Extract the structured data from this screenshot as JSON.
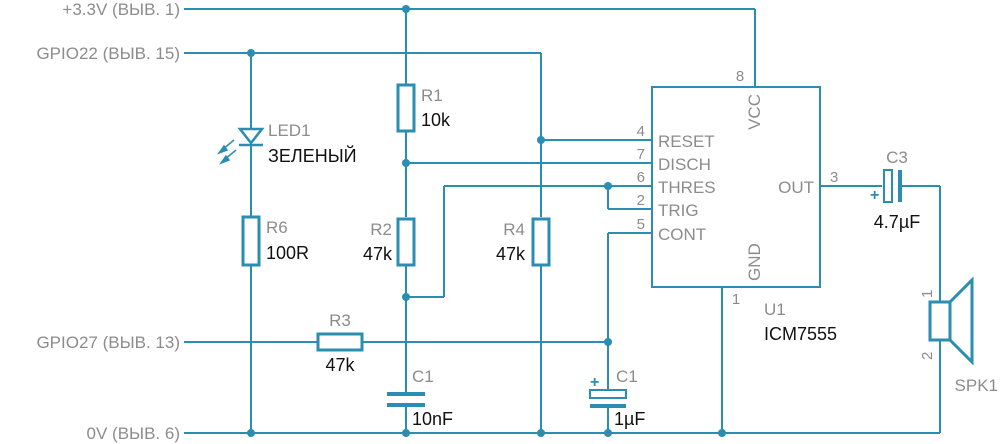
{
  "nets": {
    "vcc": "+3.3V (ВЫВ. 1)",
    "gpio22": "GPIO22 (ВЫВ. 15)",
    "gpio27": "GPIO27 (ВЫВ. 13)",
    "gnd": "0V (ВЫВ. 6)"
  },
  "components": {
    "r1": {
      "ref": "R1",
      "value": "10k"
    },
    "r2": {
      "ref": "R2",
      "value": "47k"
    },
    "r3": {
      "ref": "R3",
      "value": "47k"
    },
    "r4": {
      "ref": "R4",
      "value": "47k"
    },
    "r6": {
      "ref": "R6",
      "value": "100R"
    },
    "led1": {
      "ref": "LED1",
      "value": "ЗЕЛЕНЫЙ"
    },
    "c1_timing": {
      "ref": "C1",
      "value": "10nF"
    },
    "c1_cont": {
      "ref": "C1",
      "value": "1µF",
      "polarity": "+"
    },
    "c3": {
      "ref": "C3",
      "value": "4.7µF",
      "polarity": "+"
    },
    "u1": {
      "ref": "U1",
      "value": "ICM7555"
    },
    "spk1": {
      "ref": "SPK1",
      "pin1": "1",
      "pin2": "2"
    }
  },
  "u1_pins": {
    "reset": {
      "num": "4",
      "name": "RESET"
    },
    "disch": {
      "num": "7",
      "name": "DISCH"
    },
    "thres": {
      "num": "6",
      "name": "THRES"
    },
    "trig": {
      "num": "2",
      "name": "TRIG"
    },
    "cont": {
      "num": "5",
      "name": "CONT"
    },
    "vcc": {
      "num": "8",
      "name": "VCC"
    },
    "gnd": {
      "num": "1",
      "name": "GND"
    },
    "out": {
      "num": "3",
      "name": "OUT"
    }
  },
  "colors": {
    "wire": "#2a8db2",
    "label": "#8c8c8c",
    "value": "#111111"
  }
}
